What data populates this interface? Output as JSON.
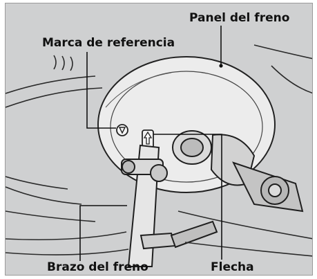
{
  "labels": {
    "panel": "Panel del freno",
    "marca": "Marca de referencia",
    "brazo": "Brazo del freno",
    "flecha": "Flecha"
  },
  "colors": {
    "background": "#cfd0d1",
    "drum": "#ececec",
    "line": "#222222"
  }
}
